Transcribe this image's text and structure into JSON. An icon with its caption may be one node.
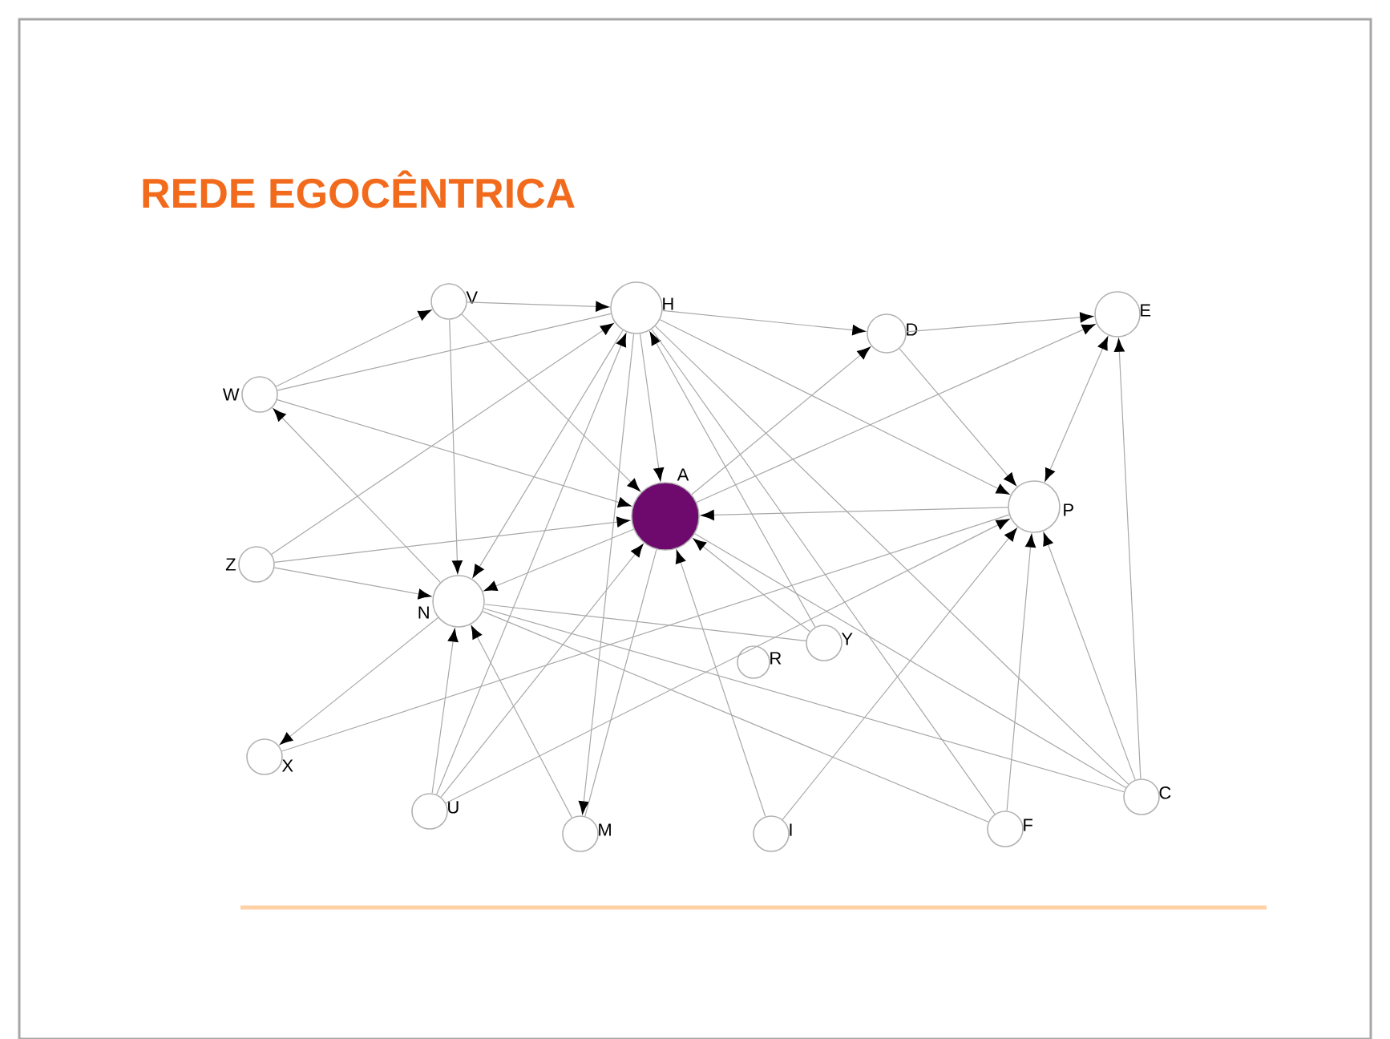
{
  "diagram": {
    "title": "REDE EGOCÊNTRICA",
    "nodes": [
      {
        "text": [
          "V"
        ]
      },
      {
        "text": [
          "H"
        ]
      },
      {
        "text": [
          "D"
        ]
      },
      {
        "text": [
          "E"
        ]
      },
      {
        "text": [
          "W"
        ]
      },
      {
        "text": [
          "A"
        ]
      },
      {
        "text": [
          "P"
        ]
      },
      {
        "text": [
          "Z"
        ]
      },
      {
        "text": [
          "N"
        ]
      },
      {
        "text": [
          "Y"
        ]
      },
      {
        "text": [
          "R"
        ]
      },
      {
        "text": [
          "X"
        ]
      },
      {
        "text": [
          "U"
        ]
      },
      {
        "text": [
          "M"
        ]
      },
      {
        "text": [
          "I"
        ]
      },
      {
        "text": [
          "F"
        ]
      },
      {
        "text": [
          "C"
        ]
      }
    ],
    "edges": [
      {
        "from": 0,
        "to": 1,
        "arrow": "to"
      },
      {
        "from": 4,
        "to": 0,
        "arrow": "to"
      },
      {
        "from": 1,
        "to": 4,
        "arrow": "none"
      },
      {
        "from": 1,
        "to": 2,
        "arrow": "to"
      },
      {
        "from": 2,
        "to": 3,
        "arrow": "to"
      },
      {
        "from": 1,
        "to": 5,
        "arrow": "to"
      },
      {
        "from": 1,
        "to": 6,
        "arrow": "to"
      },
      {
        "from": 1,
        "to": 13,
        "arrow": "to"
      },
      {
        "from": 7,
        "to": 1,
        "arrow": "to"
      },
      {
        "from": 1,
        "to": 8,
        "arrow": "to"
      },
      {
        "from": 12,
        "to": 1,
        "arrow": "to"
      },
      {
        "from": 9,
        "to": 1,
        "arrow": "to"
      },
      {
        "from": 1,
        "to": 15,
        "arrow": "none"
      },
      {
        "from": 5,
        "to": 2,
        "arrow": "to"
      },
      {
        "from": 5,
        "to": 3,
        "arrow": "to"
      },
      {
        "from": 2,
        "to": 6,
        "arrow": "to"
      },
      {
        "from": 3,
        "to": 6,
        "arrow": "both"
      },
      {
        "from": 16,
        "to": 3,
        "arrow": "to"
      },
      {
        "from": 6,
        "to": 5,
        "arrow": "to"
      },
      {
        "from": 4,
        "to": 5,
        "arrow": "to"
      },
      {
        "from": 7,
        "to": 5,
        "arrow": "to"
      },
      {
        "from": 0,
        "to": 5,
        "arrow": "to"
      },
      {
        "from": 12,
        "to": 5,
        "arrow": "to"
      },
      {
        "from": 9,
        "to": 5,
        "arrow": "to"
      },
      {
        "from": 14,
        "to": 5,
        "arrow": "to"
      },
      {
        "from": 5,
        "to": 8,
        "arrow": "to"
      },
      {
        "from": 0,
        "to": 8,
        "arrow": "to"
      },
      {
        "from": 7,
        "to": 8,
        "arrow": "to"
      },
      {
        "from": 12,
        "to": 8,
        "arrow": "to"
      },
      {
        "from": 13,
        "to": 8,
        "arrow": "to"
      },
      {
        "from": 8,
        "to": 4,
        "arrow": "to"
      },
      {
        "from": 8,
        "to": 11,
        "arrow": "to"
      },
      {
        "from": 6,
        "to": 11,
        "arrow": "none"
      },
      {
        "from": 5,
        "to": 13,
        "arrow": "none"
      },
      {
        "from": 15,
        "to": 6,
        "arrow": "to"
      },
      {
        "from": 16,
        "to": 6,
        "arrow": "to"
      },
      {
        "from": 14,
        "to": 6,
        "arrow": "to"
      },
      {
        "from": 12,
        "to": 6,
        "arrow": "to"
      },
      {
        "from": 5,
        "to": 16,
        "arrow": "none"
      },
      {
        "from": 8,
        "to": 15,
        "arrow": "none"
      },
      {
        "from": 8,
        "to": 16,
        "arrow": "none"
      },
      {
        "from": 8,
        "to": 9,
        "arrow": "none"
      },
      {
        "from": 1,
        "to": 16,
        "arrow": "none"
      }
    ]
  }
}
